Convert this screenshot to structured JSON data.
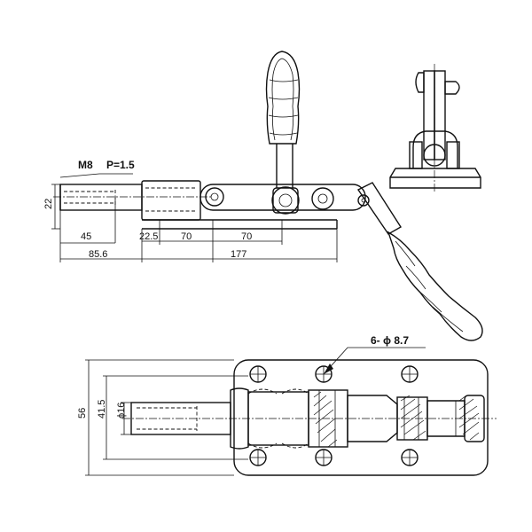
{
  "side_view": {
    "thread_spec": "M8",
    "pitch": "P=1.5",
    "dim_height": "22",
    "dim_45": "45",
    "dim_85_6": "85.6",
    "dim_22_5": "22.5",
    "dim_70_a": "70",
    "dim_70_b": "70",
    "dim_177": "177"
  },
  "plan_view": {
    "hole_callout": "6- ϕ 8.7",
    "dim_56": "56",
    "dim_41_5": "41.5",
    "dim_phi16": "ϕ16"
  }
}
